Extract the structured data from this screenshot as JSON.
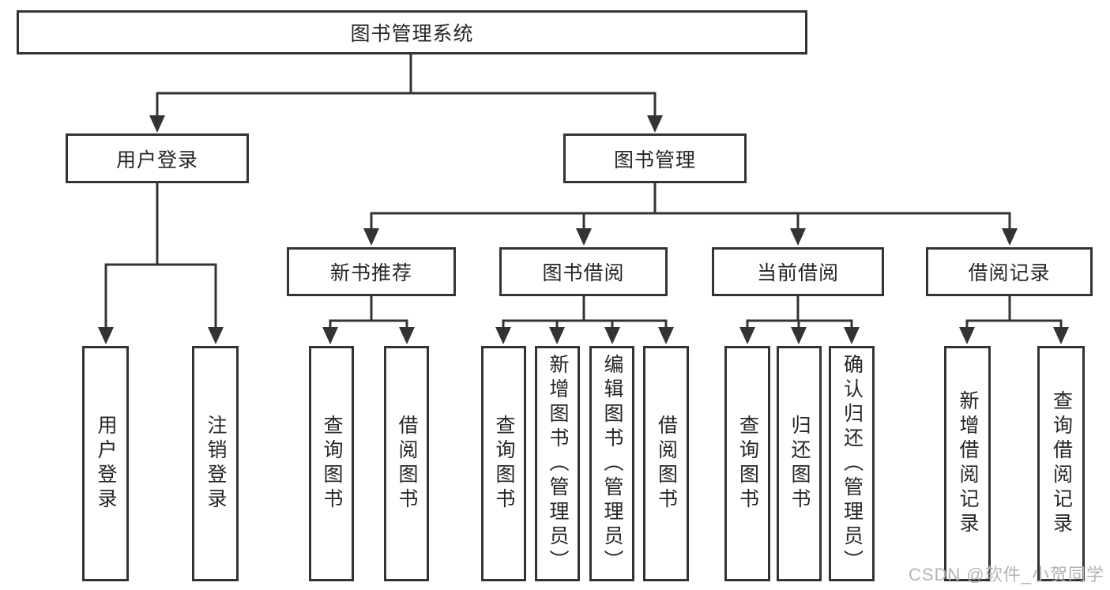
{
  "tree": {
    "label": "图书管理系统",
    "children": [
      {
        "label": "用户登录",
        "children": [
          {
            "label": "用户登录"
          },
          {
            "label": "注销登录"
          }
        ]
      },
      {
        "label": "图书管理",
        "children": [
          {
            "label": "新书推荐",
            "children": [
              {
                "label": "查询图书"
              },
              {
                "label": "借阅图书"
              }
            ]
          },
          {
            "label": "图书借阅",
            "children": [
              {
                "label": "查询图书"
              },
              {
                "label": "新增图书（管理员）"
              },
              {
                "label": "编辑图书（管理员）"
              },
              {
                "label": "借阅图书"
              }
            ]
          },
          {
            "label": "当前借阅",
            "children": [
              {
                "label": "查询图书"
              },
              {
                "label": "归还图书"
              },
              {
                "label": "确认归还（管理员）"
              }
            ]
          },
          {
            "label": "借阅记录",
            "children": [
              {
                "label": "新增借阅记录"
              },
              {
                "label": "查询借阅记录"
              }
            ]
          }
        ]
      }
    ]
  },
  "watermark": {
    "text": "CSDN @软件_小贺同学"
  },
  "colors": {
    "line": "#333333",
    "text": "#262626",
    "watermark": "#b3b3b3",
    "background": "#ffffff"
  }
}
